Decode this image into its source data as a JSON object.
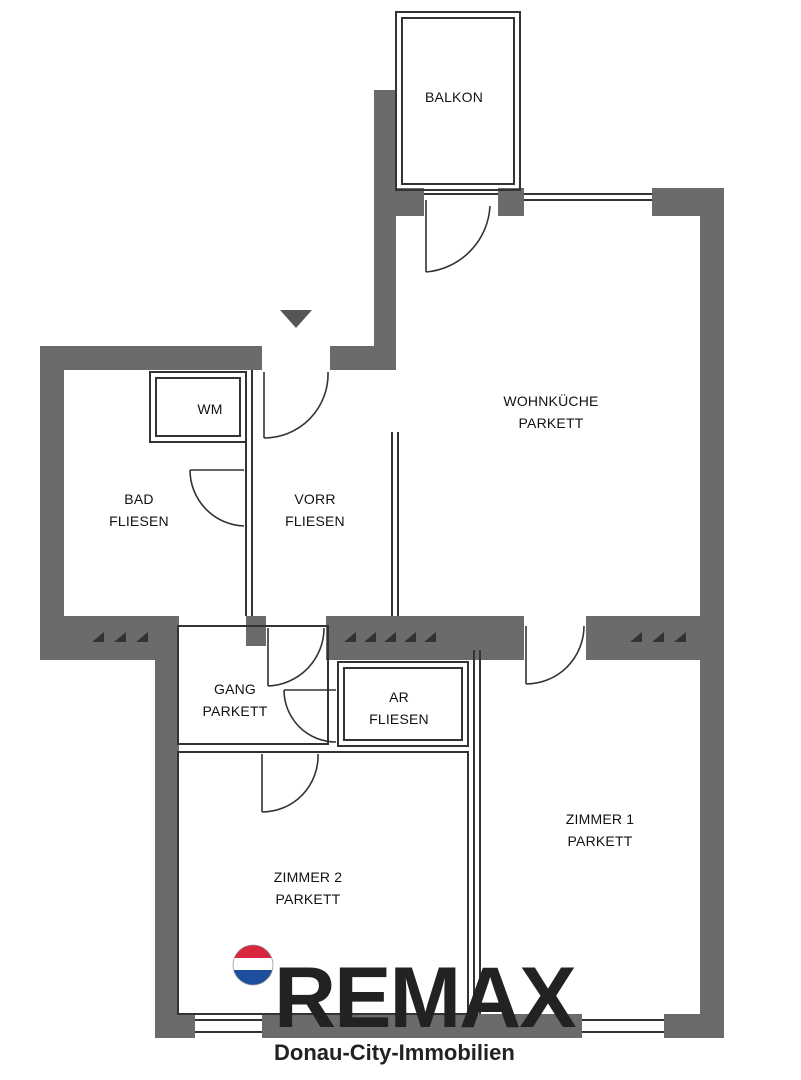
{
  "rooms": {
    "balkon": {
      "name": "BALKON"
    },
    "wohnkueche": {
      "name": "WOHNKÜCHE",
      "floor": "PARKETT"
    },
    "wm": {
      "name": "WM"
    },
    "bad": {
      "name": "BAD",
      "floor": "FLIESEN"
    },
    "vorr": {
      "name": "VORR",
      "floor": "FLIESEN"
    },
    "gang": {
      "name": "GANG",
      "floor": "PARKETT"
    },
    "ar": {
      "name": "AR",
      "floor": "FLIESEN"
    },
    "zimmer1": {
      "name": "ZIMMER 1",
      "floor": "PARKETT"
    },
    "zimmer2": {
      "name": "ZIMMER 2",
      "floor": "PARKETT"
    }
  },
  "logo": {
    "wordmark": "REMAX",
    "subtitle": "Donau-City-Immobilien",
    "balloon_colors": [
      "#d7263d",
      "#ffffff",
      "#1f4e9c"
    ]
  },
  "colors": {
    "wall": "#6b6b6b",
    "line": "#333333"
  },
  "icons": [
    "entrance-marker-icon",
    "radiator-icon",
    "remax-balloon-icon"
  ]
}
